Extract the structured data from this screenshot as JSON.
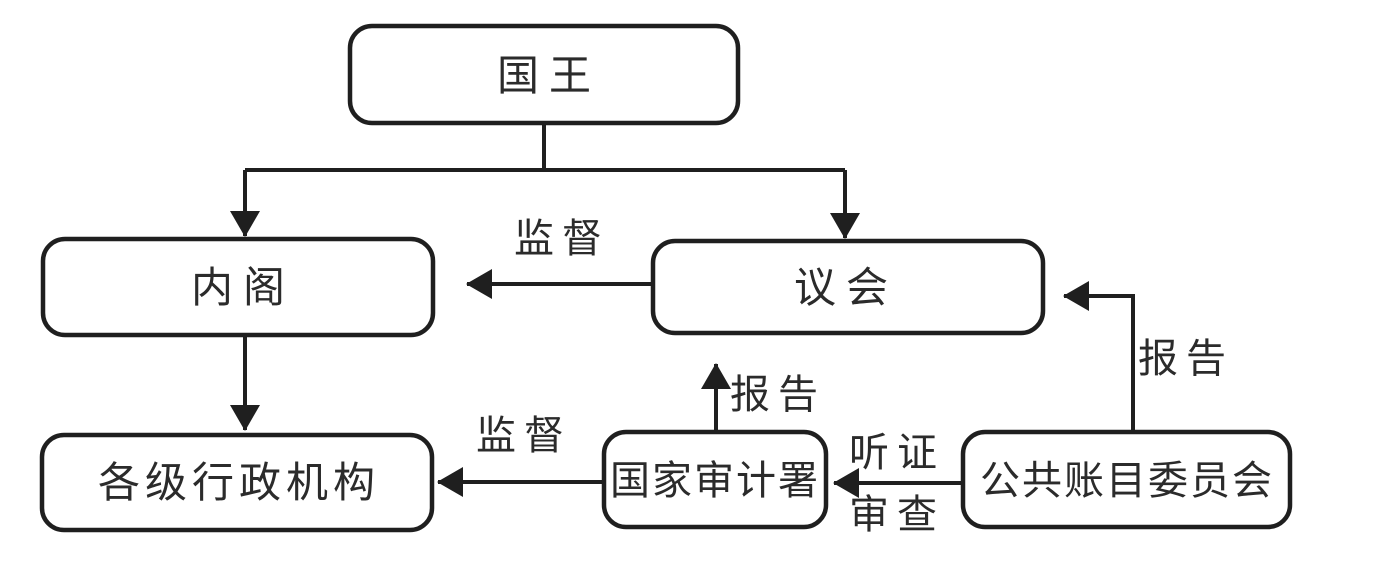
{
  "diagram": {
    "title_hint": "government-oversight-flowchart",
    "nodes": {
      "king": "国王",
      "cabinet": "内阁",
      "parliament": "议会",
      "admin": "各级行政机构",
      "audit": "国家审计署",
      "pac": "公共账目委员会"
    },
    "edge_labels": {
      "parliament_supervises_cabinet": "监督",
      "audit_supervises_admin": "监督",
      "audit_reports_to_parliament": "报告",
      "pac_reports_to_parliament": "报告",
      "pac_hearing": "听证",
      "pac_review": "审查"
    },
    "edges": [
      {
        "from": "国王",
        "to": "内阁",
        "label": ""
      },
      {
        "from": "国王",
        "to": "议会",
        "label": ""
      },
      {
        "from": "议会",
        "to": "内阁",
        "label": "监督"
      },
      {
        "from": "内阁",
        "to": "各级行政机构",
        "label": ""
      },
      {
        "from": "国家审计署",
        "to": "各级行政机构",
        "label": "监督"
      },
      {
        "from": "国家审计署",
        "to": "议会",
        "label": "报告"
      },
      {
        "from": "公共账目委员会",
        "to": "国家审计署",
        "label": "听证 审查"
      },
      {
        "from": "公共账目委员会",
        "to": "议会",
        "label": "报告"
      }
    ],
    "colors": {
      "line": "#1f1f1f",
      "text": "#2b2b2b",
      "background": "#ffffff"
    }
  }
}
